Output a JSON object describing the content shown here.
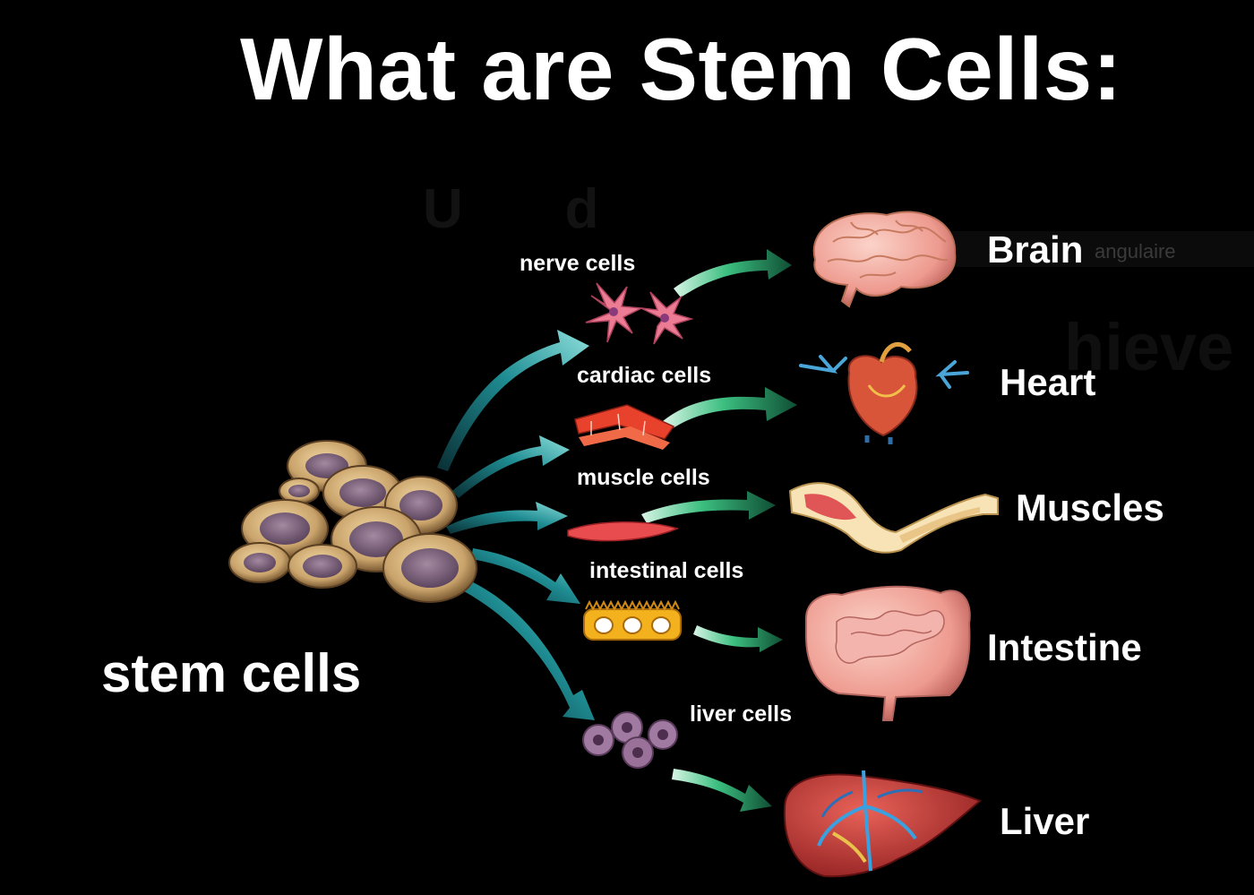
{
  "title": "What are Stem Cells:",
  "source": {
    "label": "stem cells",
    "icon": "stem-cell-cluster-icon"
  },
  "branches": [
    {
      "cell_label": "nerve cells",
      "organ_label": "Brain",
      "cell_icon": "nerve-cell-icon",
      "organ_icon": "brain-icon"
    },
    {
      "cell_label": "cardiac cells",
      "organ_label": "Heart",
      "cell_icon": "cardiac-cell-icon",
      "organ_icon": "heart-icon"
    },
    {
      "cell_label": "muscle cells",
      "organ_label": "Muscles",
      "cell_icon": "muscle-cell-icon",
      "organ_icon": "arm-muscle-icon"
    },
    {
      "cell_label": "intestinal cells",
      "organ_label": "Intestine",
      "cell_icon": "intestinal-cell-icon",
      "organ_icon": "intestine-icon"
    },
    {
      "cell_label": "liver cells",
      "organ_label": "Liver",
      "cell_icon": "liver-cell-icon",
      "organ_icon": "liver-icon"
    }
  ],
  "colors": {
    "background": "#000000",
    "text": "#ffffff",
    "arrow_teal": "#1e8c92",
    "arrow_green": "#2fa56c"
  }
}
